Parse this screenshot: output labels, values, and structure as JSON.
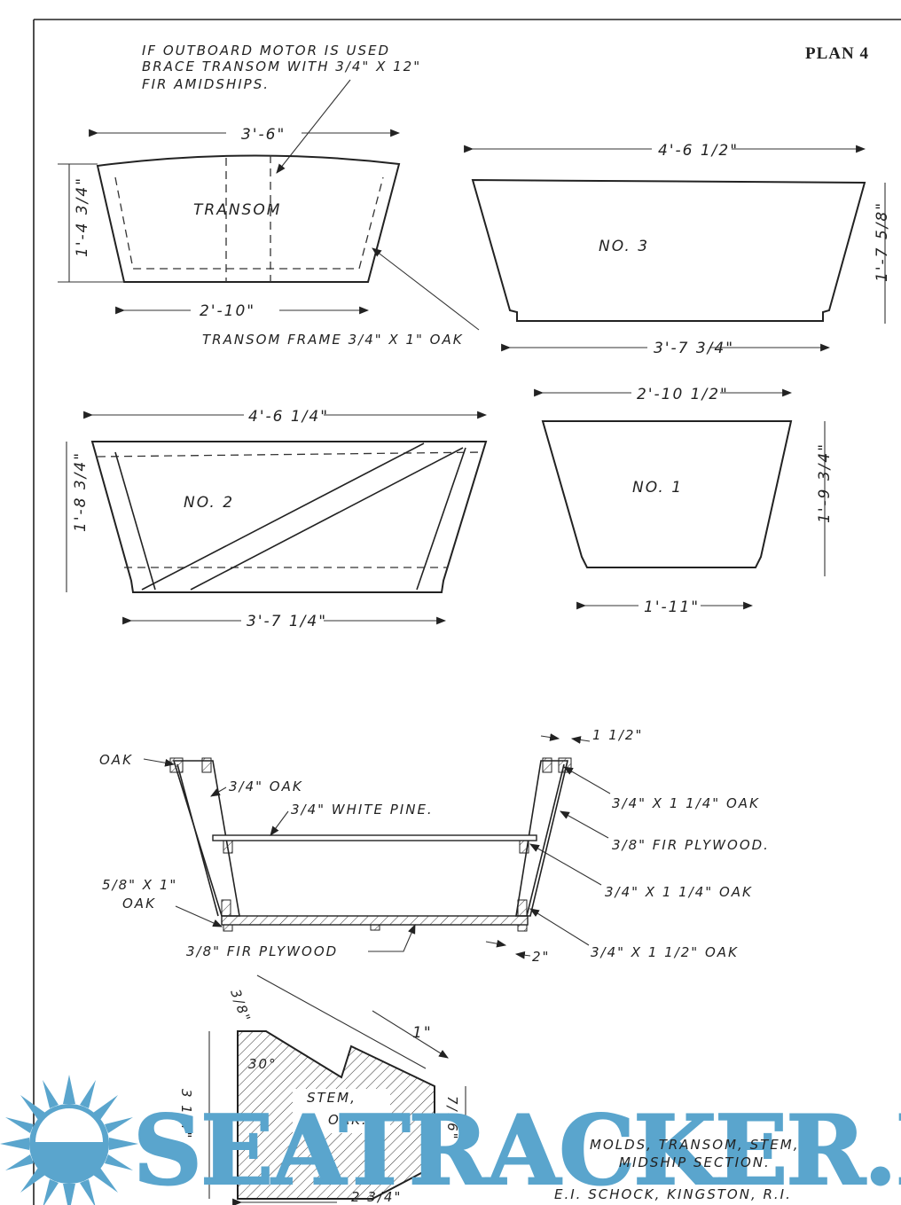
{
  "plan_label": "PLAN 4",
  "note": [
    "IF OUTBOARD MOTOR IS USED",
    "BRACE TRANSOM WITH 3/4\" X 12\"",
    "FIR AMIDSHIPS."
  ],
  "transom": {
    "label": "TRANSOM",
    "width_top": "3'-6\"",
    "height": "1'-4 3/4\"",
    "width_bottom": "2'-10\"",
    "frame_note": "TRANSOM FRAME 3/4\" X 1\" OAK"
  },
  "mold3": {
    "label": "NO. 3",
    "width_top": "4'-6 1/2\"",
    "height": "1'-7 5/8\"",
    "width_bottom": "3'-7 3/4\""
  },
  "mold2": {
    "label": "NO. 2",
    "width_top": "4'-6 1/4\"",
    "height": "1'-8 3/4\"",
    "width_bottom": "3'-7 1/4\""
  },
  "mold1": {
    "label": "NO. 1",
    "width_top": "2'-10 1/2\"",
    "height": "1'-9 3/4\"",
    "width_bottom": "1'-11\""
  },
  "midship": {
    "oak": "OAK",
    "side_oak": "3/4\" OAK",
    "thwart": "3/4\" WHITE PINE.",
    "chine": "5/8\" X 1\"",
    "chine_oak": "OAK",
    "bottom": "3/8\" FIR PLYWOOD",
    "gunwale_width": "1 1/2\"",
    "gunwale": "3/4\" X 1 1/4\" OAK",
    "side_ply": "3/8\" FIR PLYWOOD.",
    "riser": "3/4\" X 1 1/4\" OAK",
    "chine_r": "3/4\" X 1 1/2\" OAK",
    "bottom_width": "2\""
  },
  "stem": {
    "label1": "STEM,",
    "label2": "OAK.",
    "angle": "30°",
    "rabbet": "3/8\"",
    "face": "1\"",
    "height": "3 1/4\"",
    "tip": "7/16\"",
    "width": "2 3/4\""
  },
  "title": [
    "MOLDS, TRANSOM, STEM,",
    "MIDSHIP SECTION."
  ],
  "author": "E.I. SCHOCK, KINGSTON, R.I.",
  "watermark": "SEATRACKER.RU",
  "colors": {
    "watermark": "#5aa5cd",
    "ink": "#222222"
  }
}
